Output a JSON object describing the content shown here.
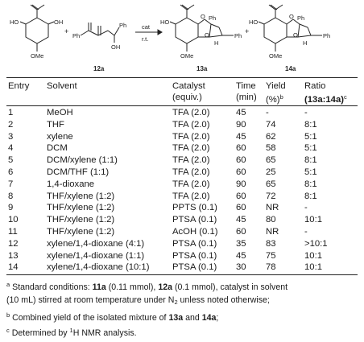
{
  "scheme": {
    "reagent_label": "cat",
    "condition_label": "r.t.",
    "compound_labels": [
      "12a",
      "13a",
      "14a"
    ],
    "atom_labels": {
      "ho": "HO",
      "oh": "OH",
      "ome": "OMe",
      "ph": "Ph",
      "h": "H",
      "o": "O",
      "plus": "+"
    }
  },
  "table": {
    "headers": {
      "entry": "Entry",
      "solvent": "Solvent",
      "catalyst": "Catalyst",
      "catalyst_unit": "(equiv.)",
      "time": "Time",
      "time_unit": "(min)",
      "yield": "Yield",
      "yield_unit": "(%)",
      "yield_sup": "b",
      "ratio": "Ratio",
      "ratio_expr": "(13a:14a)",
      "ratio_sup": "c"
    },
    "rows": [
      {
        "entry": "1",
        "solvent": "MeOH",
        "catalyst": "TFA (2.0)",
        "time": "45",
        "yield": "-",
        "ratio": "-"
      },
      {
        "entry": "2",
        "solvent": "THF",
        "catalyst": "TFA (2.0)",
        "time": "90",
        "yield": "74",
        "ratio": "8:1"
      },
      {
        "entry": "3",
        "solvent": "xylene",
        "catalyst": "TFA (2.0)",
        "time": "45",
        "yield": "62",
        "ratio": "5:1"
      },
      {
        "entry": "4",
        "solvent": "DCM",
        "catalyst": "TFA (2.0)",
        "time": "60",
        "yield": "58",
        "ratio": "5:1"
      },
      {
        "entry": "5",
        "solvent": "DCM/xylene (1:1)",
        "catalyst": "TFA (2.0)",
        "time": "60",
        "yield": "65",
        "ratio": "8:1"
      },
      {
        "entry": "6",
        "solvent": "DCM/THF (1:1)",
        "catalyst": "TFA (2.0)",
        "time": "60",
        "yield": "25",
        "ratio": "5:1"
      },
      {
        "entry": "7",
        "solvent": "1,4-dioxane",
        "catalyst": "TFA (2.0)",
        "time": "90",
        "yield": "65",
        "ratio": "8:1"
      },
      {
        "entry": "8",
        "solvent": "THF/xylene (1:2)",
        "catalyst": "TFA (2.0)",
        "time": "60",
        "yield": "72",
        "ratio": "8:1"
      },
      {
        "entry": "9",
        "solvent": "THF/xylene (1:2)",
        "catalyst": "PPTS (0.1)",
        "time": "60",
        "yield": "NR",
        "ratio": "-"
      },
      {
        "entry": "10",
        "solvent": "THF/xylene (1:2)",
        "catalyst": "PTSA (0.1)",
        "time": "45",
        "yield": "80",
        "ratio": "10:1"
      },
      {
        "entry": "11",
        "solvent": "THF/xylene (1:2)",
        "catalyst": "AcOH (0.1)",
        "time": "60",
        "yield": "NR",
        "ratio": "-"
      },
      {
        "entry": "12",
        "solvent": "xylene/1,4-dioxane (4:1)",
        "catalyst": "PTSA (0.1)",
        "time": "35",
        "yield": "83",
        "ratio": ">10:1"
      },
      {
        "entry": "13",
        "solvent": "xylene/1,4-dioxane (1:1)",
        "catalyst": "PTSA (0.1)",
        "time": "45",
        "yield": "75",
        "ratio": "10:1"
      },
      {
        "entry": "14",
        "solvent": "xylene/1,4-dioxane (10:1)",
        "catalyst": "PTSA (0.1)",
        "time": "30",
        "yield": "78",
        "ratio": "10:1"
      }
    ]
  },
  "footnotes": {
    "a_mark": "a",
    "a_line1_p1": "Standard conditions: ",
    "a_line1_c1": "11a",
    "a_line1_p2": " (0.11 mmol), ",
    "a_line1_c2": "12a",
    "a_line1_p3": " (0.1 mmol), catalyst in solvent",
    "a_line2_p1": "(10 mL) stirred at room temperature under N",
    "a_line2_sub": "2",
    "a_line2_p2": " unless noted otherwise;",
    "b_mark": "b",
    "b_p1": "Combined yield of the isolated mixture of ",
    "b_c1": "13a",
    "b_p2": " and ",
    "b_c2": "14a",
    "b_p3": ";",
    "c_mark": "c",
    "c_p1": "Determined by ",
    "c_sup": "1",
    "c_p2": "H NMR analysis."
  }
}
